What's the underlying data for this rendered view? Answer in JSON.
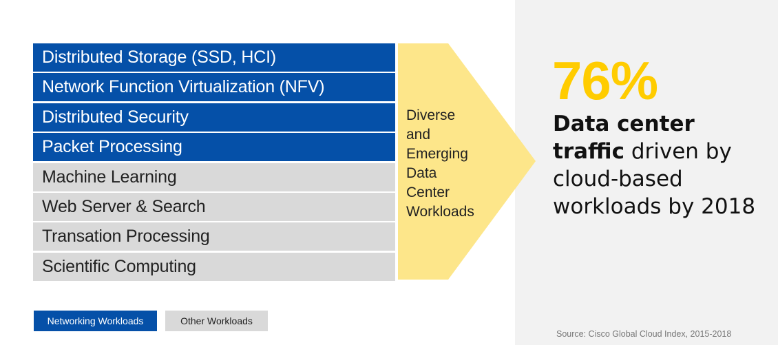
{
  "workloads": [
    {
      "label": "Distributed Storage (SSD, HCI)",
      "category": "networking"
    },
    {
      "label": "Network Function Virtualization (NFV)",
      "category": "networking"
    },
    {
      "label": "Distributed Security",
      "category": "networking"
    },
    {
      "label": "Packet Processing",
      "category": "networking"
    },
    {
      "label": "Machine Learning",
      "category": "other"
    },
    {
      "label": "Web Server & Search",
      "category": "other"
    },
    {
      "label": "Transation Processing",
      "category": "other"
    },
    {
      "label": "Scientific Computing",
      "category": "other"
    }
  ],
  "arrow": {
    "lines": [
      "Diverse",
      "and",
      "Emerging",
      "Data",
      "Center",
      "Workloads"
    ]
  },
  "stat": {
    "value": "76%",
    "description_bold": "Data center traffic",
    "description_rest": " driven by cloud-based workloads by 2018"
  },
  "legend": {
    "networking": "Networking Workloads",
    "other": "Other Workloads"
  },
  "source": "Source: Cisco Global Cloud Index, 2015-2018",
  "colors": {
    "networking": "#0550a8",
    "other": "#d9d9d9",
    "accent": "#ffcc00",
    "arrow": "#fde68a"
  }
}
